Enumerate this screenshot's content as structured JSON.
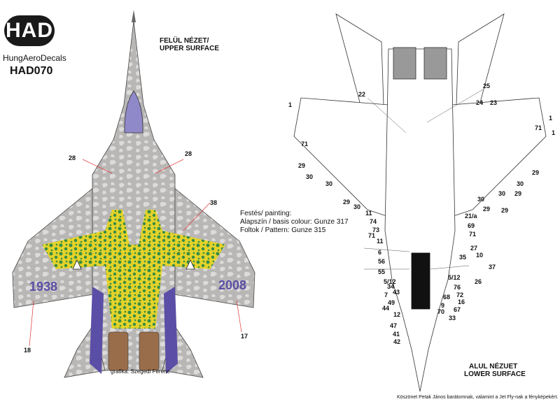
{
  "header": {
    "logo": "HAD",
    "brand": "HungAeroDecals",
    "code": "HAD070"
  },
  "upper_view": {
    "title_line1": "FELÜL NÉZET/",
    "title_line2": "UPPER SURFACE",
    "serial_left": "1938",
    "serial_right": "2008",
    "credit": "grafika: Szegedi Ferenc"
  },
  "painting": {
    "line1": "Festés/ painting:",
    "line2": "Alapszín / basis colour: Gunze 317",
    "line3": "Foltok / Pattern: Gunze 315"
  },
  "lower_view": {
    "title_line1": "ALUL NÉZUET",
    "title_line2": "LOWER SURFACE",
    "thanks": "Köszönet Petak János barátomnak, valamint a Jet Fly-nak a fényképekért."
  },
  "callouts_upper": [
    "28",
    "28",
    "38",
    "18",
    "17"
  ],
  "callouts_lower": [
    "1",
    "71",
    "29",
    "30",
    "30",
    "29",
    "30",
    "11",
    "74",
    "73",
    "71",
    "11",
    "6",
    "56",
    "55",
    "5/12",
    "34",
    "43",
    "7",
    "49",
    "44",
    "12",
    "47",
    "41",
    "42",
    "22",
    "25",
    "24",
    "23",
    "1",
    "71",
    "1",
    "29",
    "30",
    "29",
    "30",
    "29",
    "30",
    "29",
    "21/a",
    "69",
    "71",
    "27",
    "10",
    "35",
    "37",
    "5/12",
    "76",
    "72",
    "26",
    "68",
    "16",
    "9",
    "70",
    "67",
    "33"
  ],
  "colors": {
    "camo_base": "#b9b7b6",
    "camo_pattern": "#d9d8d7",
    "yellow": "#e6d323",
    "green": "#2e8a3c",
    "purple": "#5b4ea6",
    "canopy": "#8f88c9",
    "nozzle": "#9a6d4a"
  }
}
